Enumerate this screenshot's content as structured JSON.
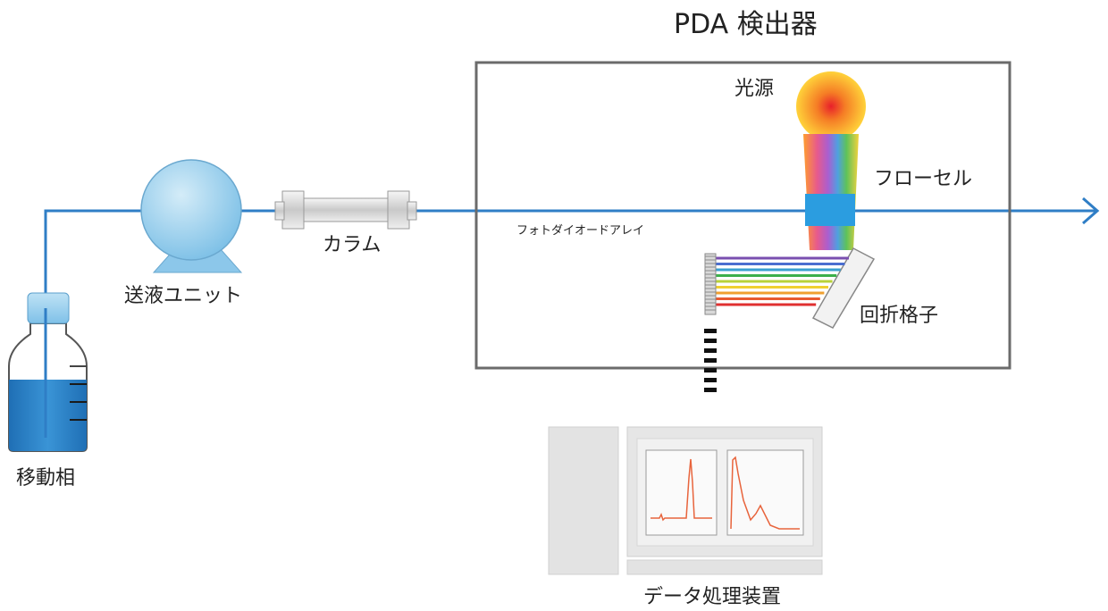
{
  "title": "PDA 検出器",
  "labels": {
    "light_source": "光源",
    "flow_cell": "フローセル",
    "photodiode_array": "フォトダイオードアレイ",
    "grating": "回折格子",
    "column": "カラム",
    "pump": "送液ユニット",
    "mobile_phase": "移動相",
    "data_system": "データ処理装置"
  },
  "colors": {
    "flow_line": "#2f7ec6",
    "pump_body": "#9fd2ee",
    "liquid": "#2a7fc4",
    "flow_cell": "#2b9de0",
    "chromatogram": "#e8643c",
    "detector_frame": "#6b6b6b"
  },
  "spectrum_colors": [
    "#7a4fb0",
    "#4a6ed0",
    "#3aa0d0",
    "#3cb04a",
    "#b8d23a",
    "#f0d030",
    "#f0a030",
    "#e85a30",
    "#e03030"
  ],
  "icons": [
    "light-source-icon",
    "flow-cell-icon",
    "diffraction-grating-icon",
    "photodiode-array-icon",
    "column-icon",
    "pump-icon",
    "bottle-icon",
    "computer-icon",
    "arrow-right-icon"
  ]
}
